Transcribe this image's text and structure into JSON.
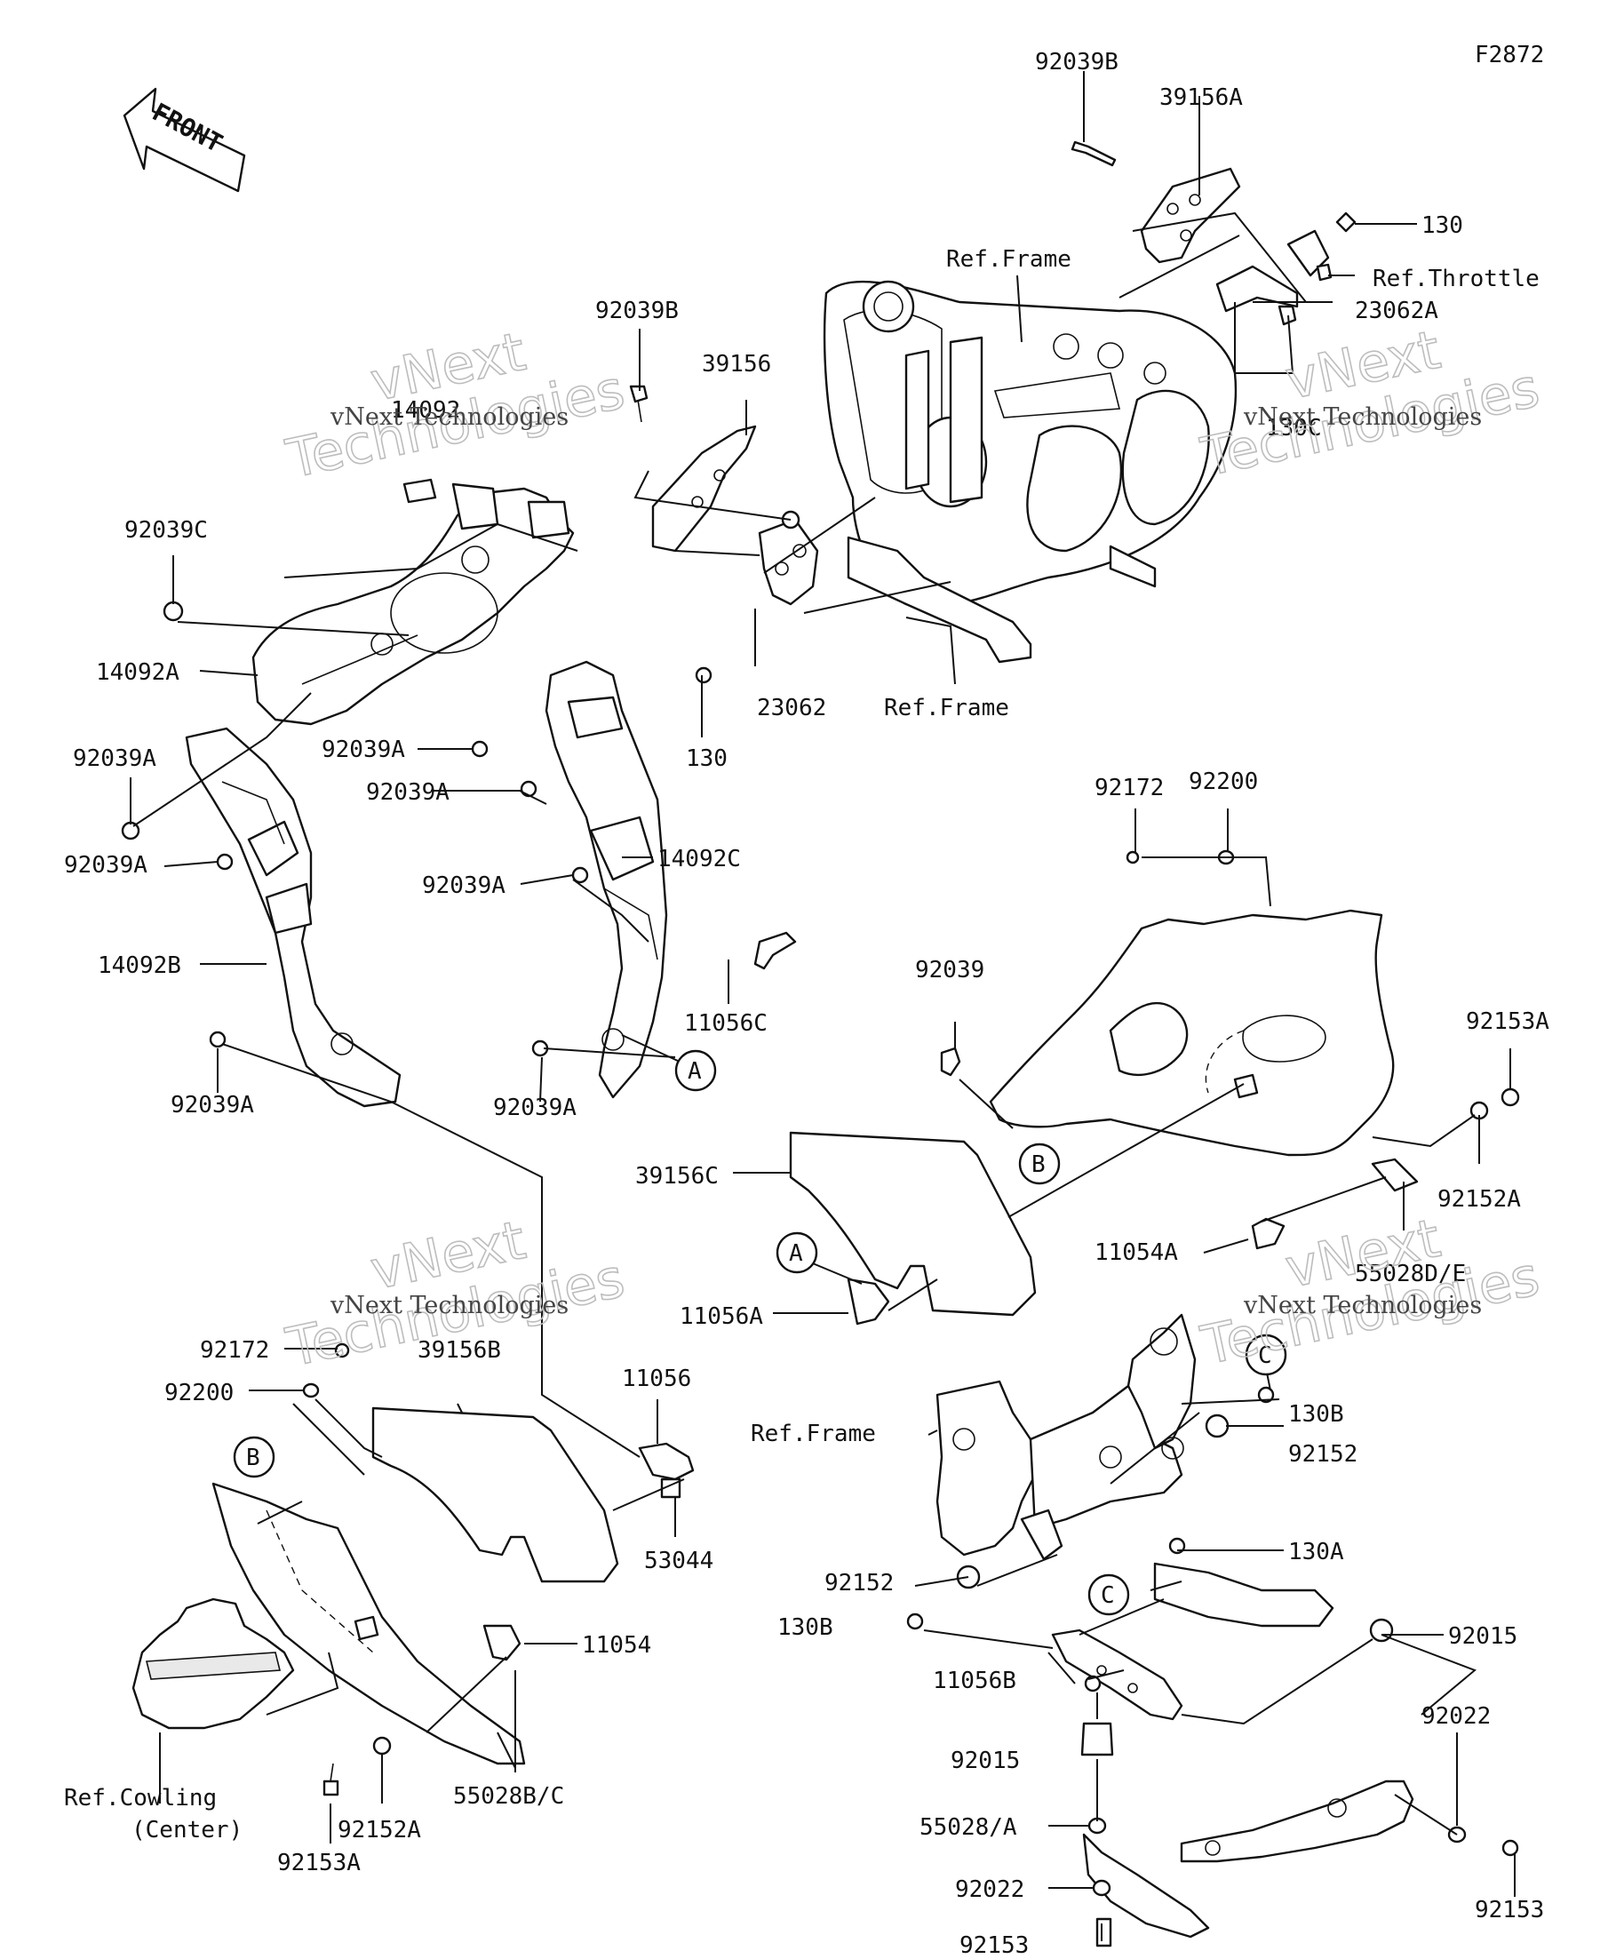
{
  "diagram": {
    "figure_code": "F2872",
    "front_arrow_label": "FRONT",
    "watermarks": {
      "line1": "vNext",
      "line2": "Technologies",
      "caption": "vNext Technologies"
    },
    "labels": {
      "p92039B_top": "92039B",
      "p39156A": "39156A",
      "p130_top": "130",
      "ref_throttle": "Ref.Throttle",
      "p23062A": "23062A",
      "ref_frame_top": "Ref.Frame",
      "p130C": "130C",
      "p92039B_mid": "92039B",
      "p39156": "39156",
      "p14092": "14092",
      "p92039C": "92039C",
      "p14092A": "14092A",
      "p92039A_1": "92039A",
      "p92039A_2": "92039A",
      "p92039A_3": "92039A",
      "p92039A_4": "92039A",
      "p92039A_5": "92039A",
      "p92039A_6": "92039A",
      "p92039A_7": "92039A",
      "p14092B": "14092B",
      "p14092C": "14092C",
      "p11056C": "11056C",
      "p23062": "23062",
      "p130_mid": "130",
      "ref_frame_mid": "Ref.Frame",
      "p92172_top": "92172",
      "p92200_top": "92200",
      "p92039": "92039",
      "p92153A_right": "92153A",
      "p92152A_right": "92152A",
      "p39156C": "39156C",
      "p11054A": "11054A",
      "p55028DE": "55028D/E",
      "p11056A": "11056A",
      "p92172_low": "92172",
      "p92200_low": "92200",
      "p39156B": "39156B",
      "p11056": "11056",
      "p53044": "53044",
      "p11054": "11054",
      "ref_cowling": "Ref.Cowling",
      "ref_cowling_center": "(Center)",
      "p92152A_low": "92152A",
      "p92153A_low": "92153A",
      "p55028BC": "55028B/C",
      "ref_frame_low": "Ref.Frame",
      "p130B_top": "130B",
      "p92152_top": "92152",
      "p130A": "130A",
      "p92152_low": "92152",
      "p130B_low": "130B",
      "p92015_right": "92015",
      "p11056B": "11056B",
      "p92015_low": "92015",
      "p92022_right": "92022",
      "p55028A": "55028/A",
      "p92022_low": "92022",
      "p92153_right": "92153",
      "p92153_low": "92153"
    },
    "reference_circles": {
      "A1": "A",
      "A2": "A",
      "B1": "B",
      "B2": "B",
      "C1": "C",
      "C2": "C"
    }
  }
}
